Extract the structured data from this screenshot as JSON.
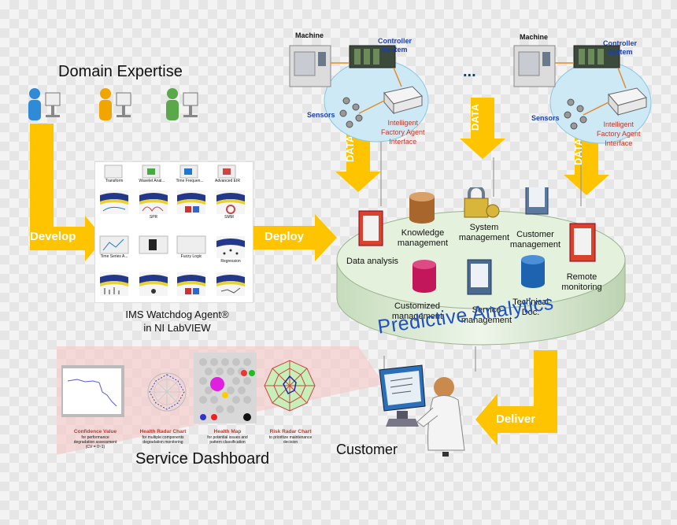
{
  "domain_expertise": "Domain Expertise",
  "toolbox": {
    "row1": [
      "Transform",
      "Wavelet Anal...",
      "Time Frequen...",
      "Advanced EIR"
    ],
    "row2": [
      "",
      "SPR",
      "",
      "SMM"
    ],
    "row3": [
      "Time Series A...",
      "",
      "Fuzzy Logic",
      "Regression"
    ],
    "row4": [
      "",
      "",
      "",
      ""
    ]
  },
  "watchdog_caption_line1": "IMS Watchdog Agent®",
  "watchdog_caption_line2": "in NI LabVIEW",
  "arrows": {
    "develop": "Develop",
    "deploy": "Deploy",
    "deliver": "Deliver",
    "data": "DATA"
  },
  "factory_left": {
    "machine": "Machine",
    "controller": "Controller\nSystem",
    "sensors": "Sensors",
    "agent": "Intelligent\nFactory Agent\nInterface"
  },
  "factory_right": {
    "machine": "Machine",
    "controller": "Controller\nSystem",
    "sensors": "Sensors",
    "agent": "Intelligent\nFactory Agent\nInterface"
  },
  "ellipsis": "...",
  "platform": {
    "title": "Predictive Analytics",
    "items": {
      "data_analysis": "Data analysis",
      "knowledge": "Knowledge\nmanagement",
      "system": "System\nmanagement",
      "customer": "Customer\nmanagement",
      "remote": "Remote\nmonitoring",
      "customized": "Customized\nmanagement",
      "service": "Service\nmanagement",
      "technical": "Technical\nDoc."
    }
  },
  "dashboard": {
    "title": "Service Dashboard",
    "panels": [
      {
        "title": "Confidence Value",
        "desc": "for performance\ndegradation assessment\n(CV = 0~1)"
      },
      {
        "title": "Health Radar Chart",
        "desc": "for multiple components\ndegradation monitoring"
      },
      {
        "title": "Health Map",
        "desc": "for potential issues and\npattern classification"
      },
      {
        "title": "Risk Radar Chart",
        "desc": "to prioritize maintenance\ndecision"
      }
    ]
  },
  "customer": "Customer",
  "colors": {
    "arrow": "#ffc400",
    "arrow_text": "#ffffff",
    "platform_fill": "#d8ead0",
    "title_blue": "#1f4fbf",
    "red_label": "#c0392b",
    "blue_label": "#1a3fb0"
  }
}
